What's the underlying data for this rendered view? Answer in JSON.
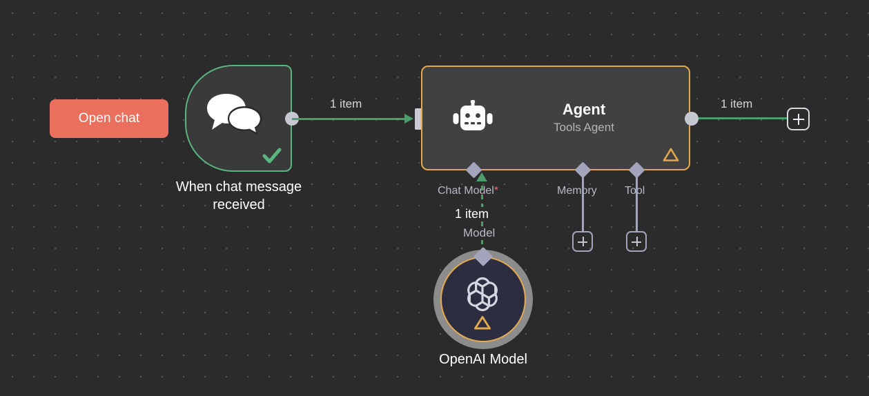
{
  "canvas": {
    "background_color": "#2b2b2b",
    "grid_dot_color": "#555555"
  },
  "open_chat_button": {
    "label": "Open chat",
    "color": "#ea6f5d"
  },
  "trigger_node": {
    "caption": "When chat message\nreceived",
    "icon": "chat-bubbles-icon",
    "status_icon": "check-icon",
    "border_color": "#5ab57f",
    "fill_color": "#3a3a3a"
  },
  "agent_node": {
    "title": "Agent",
    "subtitle": "Tools Agent",
    "icon": "robot-icon",
    "status_icon": "warning-triangle-icon",
    "border_color": "#e3a94f",
    "fill_color": "#414141"
  },
  "sub_connectors": [
    {
      "label": "Chat Model",
      "required": true,
      "required_marker": "*"
    },
    {
      "label": "Memory",
      "required": false,
      "required_marker": ""
    },
    {
      "label": "Tool",
      "required": false,
      "required_marker": ""
    }
  ],
  "connections": {
    "trigger_to_agent_label": "1 item",
    "agent_to_next_label": "1 item",
    "model_items_label": "1 item",
    "model_type_label": "Model"
  },
  "openai_node": {
    "caption": "OpenAI Model",
    "icon": "openai-logo-icon",
    "status_icon": "warning-triangle-icon",
    "ring_color": "#8c8c8c",
    "border_color": "#e3a94f",
    "fill_color": "#2c2d40"
  },
  "add_buttons": {
    "plus_glyph": "+",
    "memory_add": "add-memory-node",
    "tool_add": "add-tool-node",
    "output_add": "add-next-node"
  }
}
